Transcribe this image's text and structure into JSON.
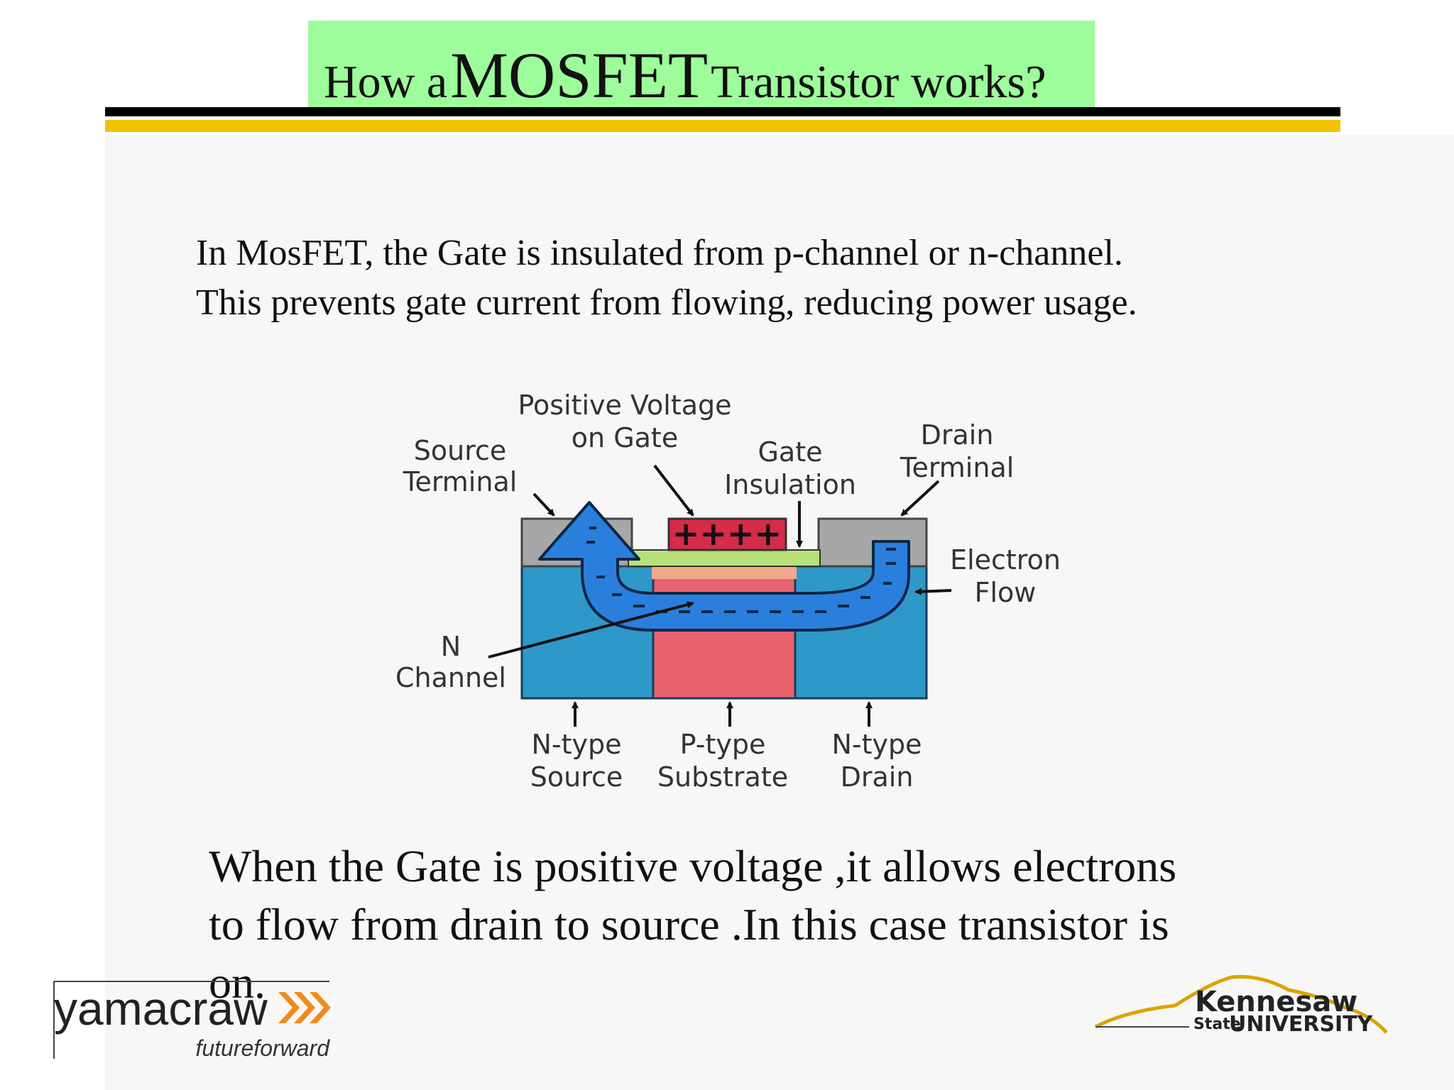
{
  "slide": {
    "title_prefix": "How a",
    "title_emphasis": "MOSFET",
    "title_suffix": "Transistor works?",
    "paragraph1": [
      "In MosFET, the Gate is insulated from p-channel or n-channel.",
      "This prevents gate current from flowing, reducing power usage."
    ],
    "paragraph2": [
      "When the Gate is positive voltage ,it allows electrons",
      "to flow from drain to source .In this case transistor is",
      "on."
    ]
  },
  "diagram": {
    "labels": {
      "positive_voltage_line1": "Positive Voltage",
      "positive_voltage_line2": "on Gate",
      "source_terminal_line1": "Source",
      "source_terminal_line2": "Terminal",
      "gate_insulation_line1": "Gate",
      "gate_insulation_line2": "Insulation",
      "drain_terminal_line1": "Drain",
      "drain_terminal_line2": "Terminal",
      "electron_flow_line1": "Electron",
      "electron_flow_line2": "Flow",
      "n_channel_line1": "N",
      "n_channel_line2": "Channel",
      "n_source_line1": "N-type",
      "n_source_line2": "Source",
      "p_substrate_line1": "P-type",
      "p_substrate_line2": "Substrate",
      "n_drain_line1": "N-type",
      "n_drain_line2": "Drain",
      "gate_charges": "++++"
    },
    "colors": {
      "n_region": "#2e98c9",
      "p_substrate": "#e8636e",
      "gate": "#d62b49",
      "insulation": "#b8e07a",
      "terminal": "#a7a7a7",
      "electron_flow": "#2a7fdd",
      "channel_base": "#f1a98a"
    }
  },
  "logos": {
    "yamacraw_name": "yamacraw",
    "yamacraw_tagline": "futureforward",
    "ksu_name": "Kennesaw",
    "ksu_state": "State",
    "ksu_university": "UNIVERSITY"
  },
  "colors": {
    "title_bg": "#9dfd9a",
    "rule_black": "#000000",
    "rule_yellow": "#f2c200",
    "logo_orange": "#f08a1c",
    "ksu_gold": "#d9a500"
  }
}
